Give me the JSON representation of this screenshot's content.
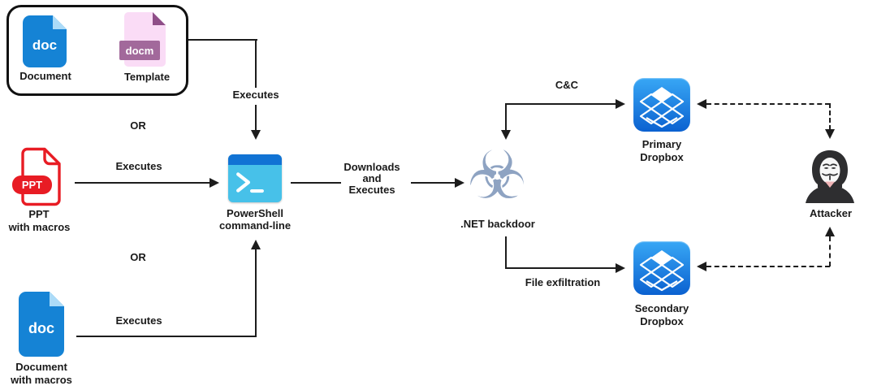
{
  "diagram": {
    "colors": {
      "line": "#1c1c1c",
      "doc_blue": "#1583d5",
      "doc_fold": "#abdbf8",
      "docm_pink": "#fadcf6",
      "docm_fold": "#8f4e88",
      "docm_badge": "#a2699b",
      "ppt_red": "#e81c24",
      "ps_bar": "#1173d4",
      "ps_body": "#47c1e9",
      "dropbox_top": "#38a7f5",
      "dropbox_bottom": "#0b61d0",
      "biohazard": "#8ea3c2",
      "hood": "#2e2e30"
    },
    "group": {
      "document": {
        "file_text": "doc",
        "label": "Document"
      },
      "template": {
        "file_text": "docm",
        "label": "Template"
      }
    },
    "ppt": {
      "file_text": "PPT",
      "label1": "PPT",
      "label2": "with macros"
    },
    "doc_macros": {
      "file_text": "doc",
      "label1": "Document",
      "label2": "with macros"
    },
    "powershell": {
      "label1": "PowerShell",
      "label2": "command-line"
    },
    "backdoor": {
      "icon_glyph": "☣",
      "label": ".NET backdoor"
    },
    "primary_dropbox": {
      "label1": "Primary",
      "label2": "Dropbox"
    },
    "secondary_dropbox": {
      "label1": "Secondary",
      "label2": "Dropbox"
    },
    "attacker": {
      "label": "Attacker"
    },
    "edges": {
      "or_top": "OR",
      "or_bottom": "OR",
      "template_to_powershell": "Executes",
      "ppt_to_powershell": "Executes",
      "doc_to_powershell": "Executes",
      "downloads1": "Downloads",
      "downloads2": "and",
      "downloads3": "Executes",
      "cc": "C&C",
      "file_exfiltration": "File exfiltration"
    }
  }
}
